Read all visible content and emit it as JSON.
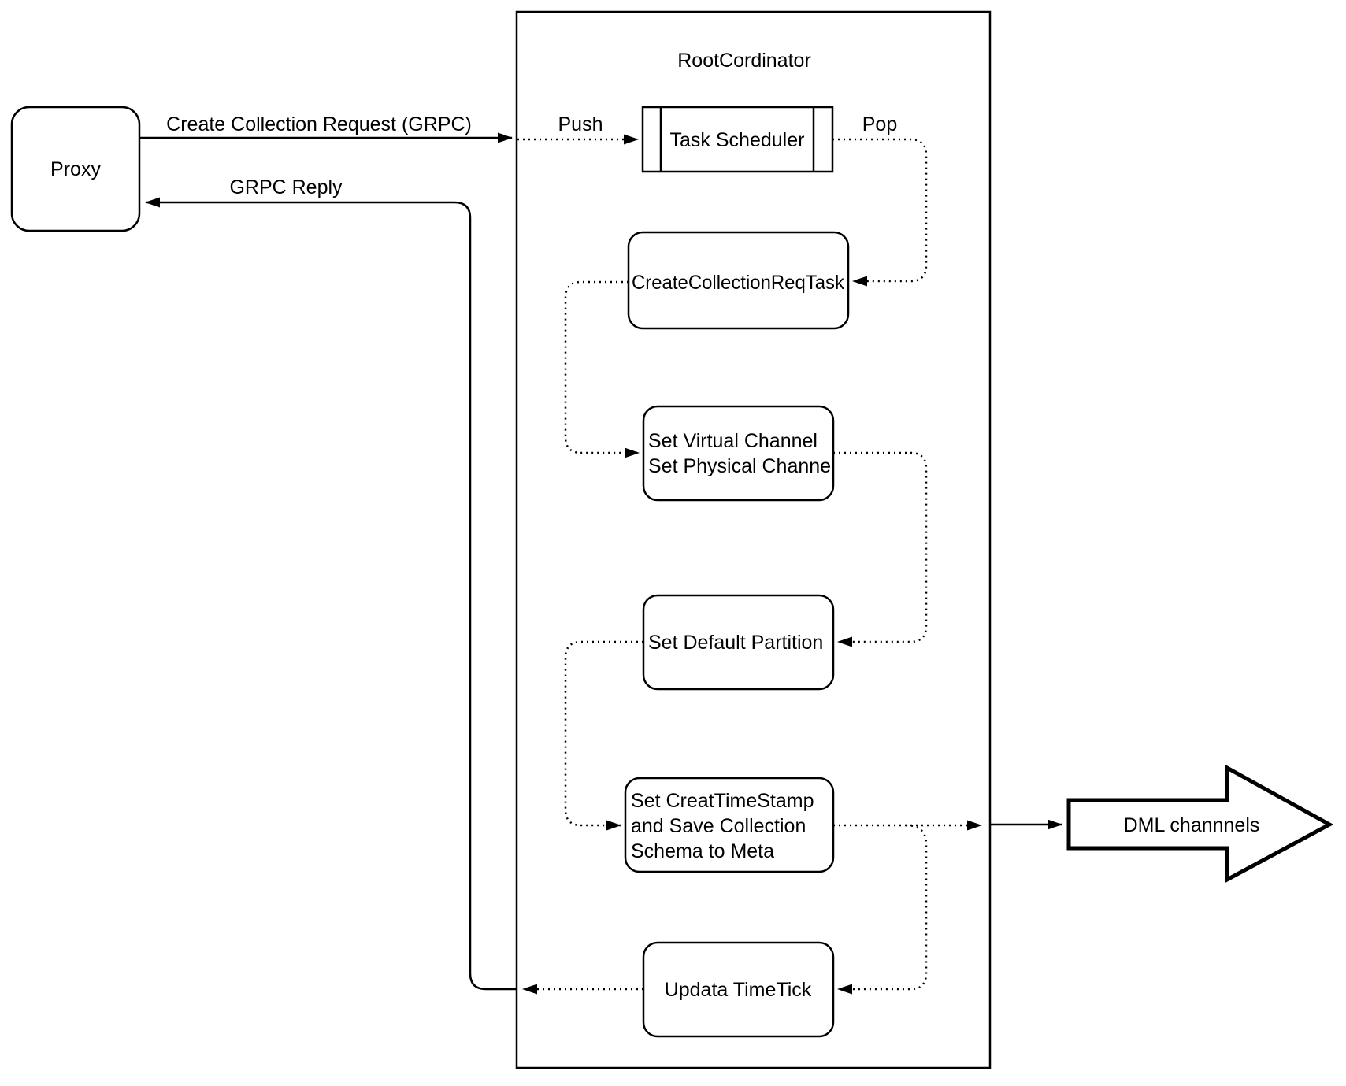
{
  "container": {
    "title": "RootCordinator"
  },
  "nodes": {
    "proxy": {
      "label": "Proxy"
    },
    "task_scheduler": {
      "label": "Task Scheduler"
    },
    "create_collection_req_task": {
      "label": "CreateCollectionReqTask"
    },
    "set_channels": {
      "lines": [
        "Set Virtual Channel",
        "Set Physical Channel"
      ]
    },
    "set_default_partition": {
      "label": "Set Default Partition"
    },
    "set_creat_timestamp": {
      "lines": [
        "Set CreatTimeStamp",
        "and Save Collection",
        "Schema to Meta"
      ]
    },
    "updata_timetick": {
      "label": "Updata TimeTick"
    },
    "dml_channels": {
      "label": "DML channnels"
    }
  },
  "edge_labels": {
    "request": "Create Collection Request (GRPC)",
    "reply": "GRPC Reply",
    "push": "Push",
    "pop": "Pop"
  },
  "colors": {
    "line": "#000000",
    "background": "#ffffff"
  }
}
